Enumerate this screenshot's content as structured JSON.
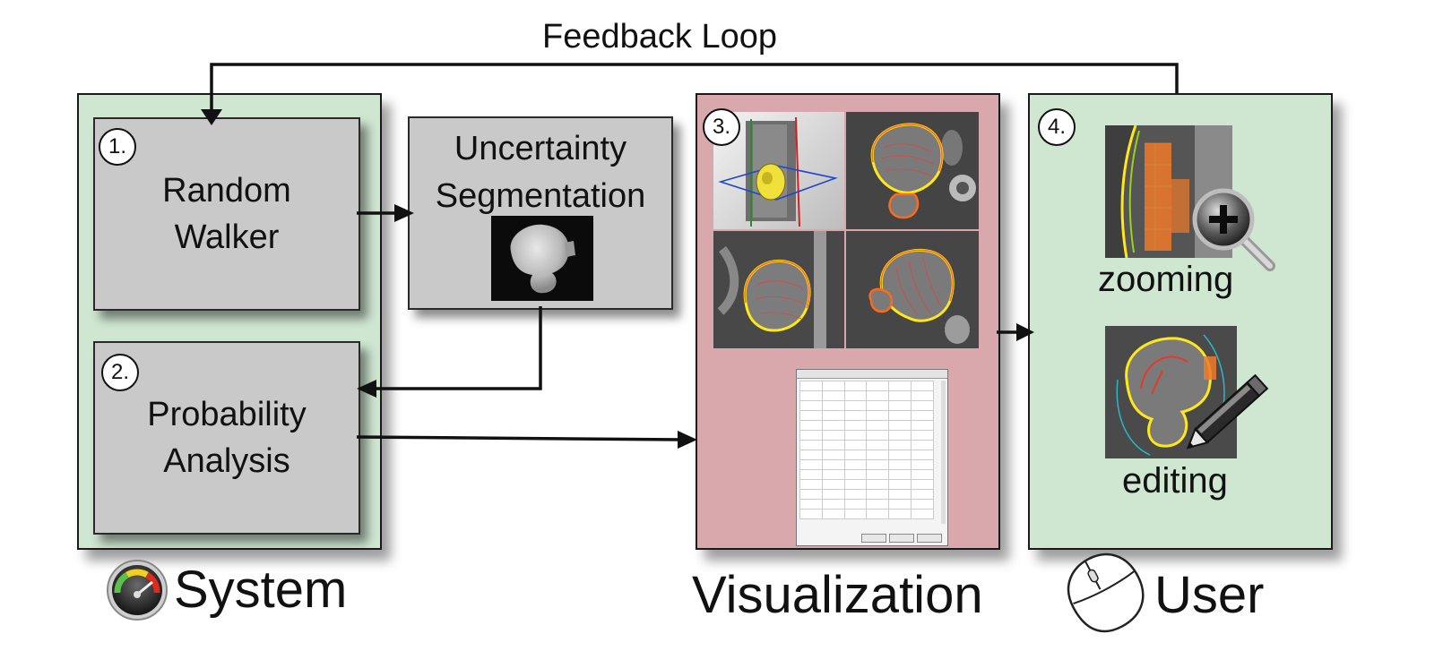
{
  "feedback": {
    "label": "Feedback Loop"
  },
  "system": {
    "label": "System",
    "icon": "opencl-gauge-icon",
    "random_walker": {
      "number": "1.",
      "line1": "Random",
      "line2": "Walker"
    },
    "probability": {
      "number": "2.",
      "line1": "Probability",
      "line2": "Analysis"
    }
  },
  "uncertainty": {
    "line1": "Uncertainty",
    "line2": "Segmentation"
  },
  "visualization": {
    "label": "Visualization",
    "number": "3."
  },
  "user": {
    "label": "User",
    "number": "4.",
    "icon": "mouse-icon",
    "zooming": "zooming",
    "editing": "editing"
  },
  "colors": {
    "system_bg": "#cfe6d1",
    "visualization_bg": "#d8a8ad",
    "user_bg": "#cfe6d1",
    "box_gray": "#c9c9c9",
    "contour_orange": "#ff6a1a",
    "contour_yellow": "#ffe81a"
  }
}
